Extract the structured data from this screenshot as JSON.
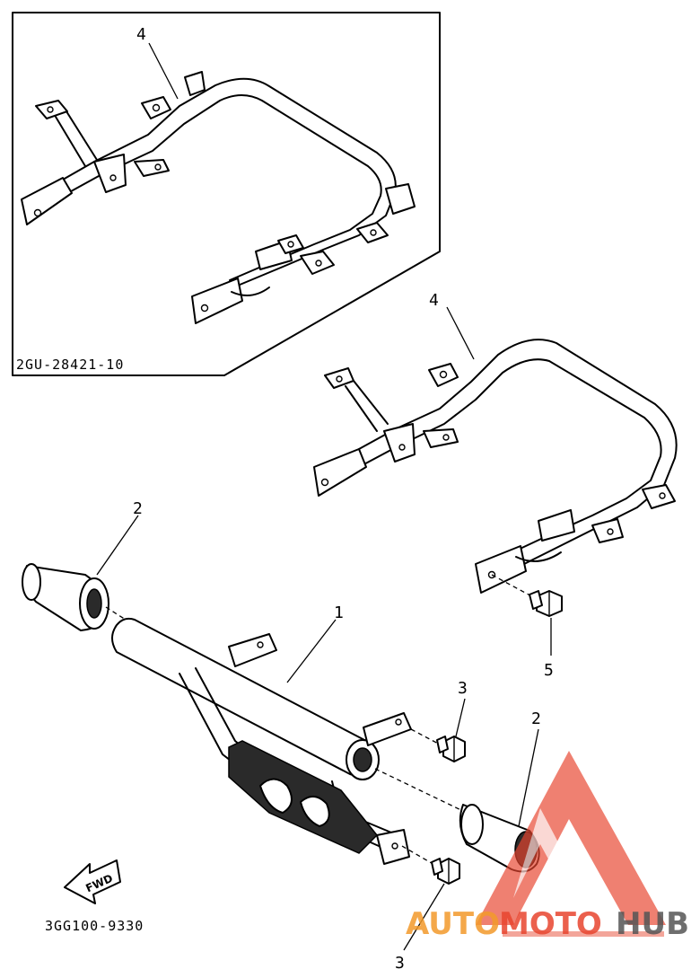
{
  "callouts": {
    "p1": "1",
    "p2a": "2",
    "p2b": "2",
    "p3a": "3",
    "p3b": "3",
    "p4a": "4",
    "p4b": "4",
    "p5": "5"
  },
  "inset": {
    "code": "2GU-28421-10"
  },
  "diagram_code": "3GG100-9330",
  "fwd_label": "FWD",
  "watermark": {
    "part1": "AUTO",
    "part2": "MOTO",
    "part3": "HUB"
  },
  "colors": {
    "watermark_red": "#e8452f",
    "watermark_orange": "#f39a2b",
    "watermark_gray": "#555555"
  }
}
